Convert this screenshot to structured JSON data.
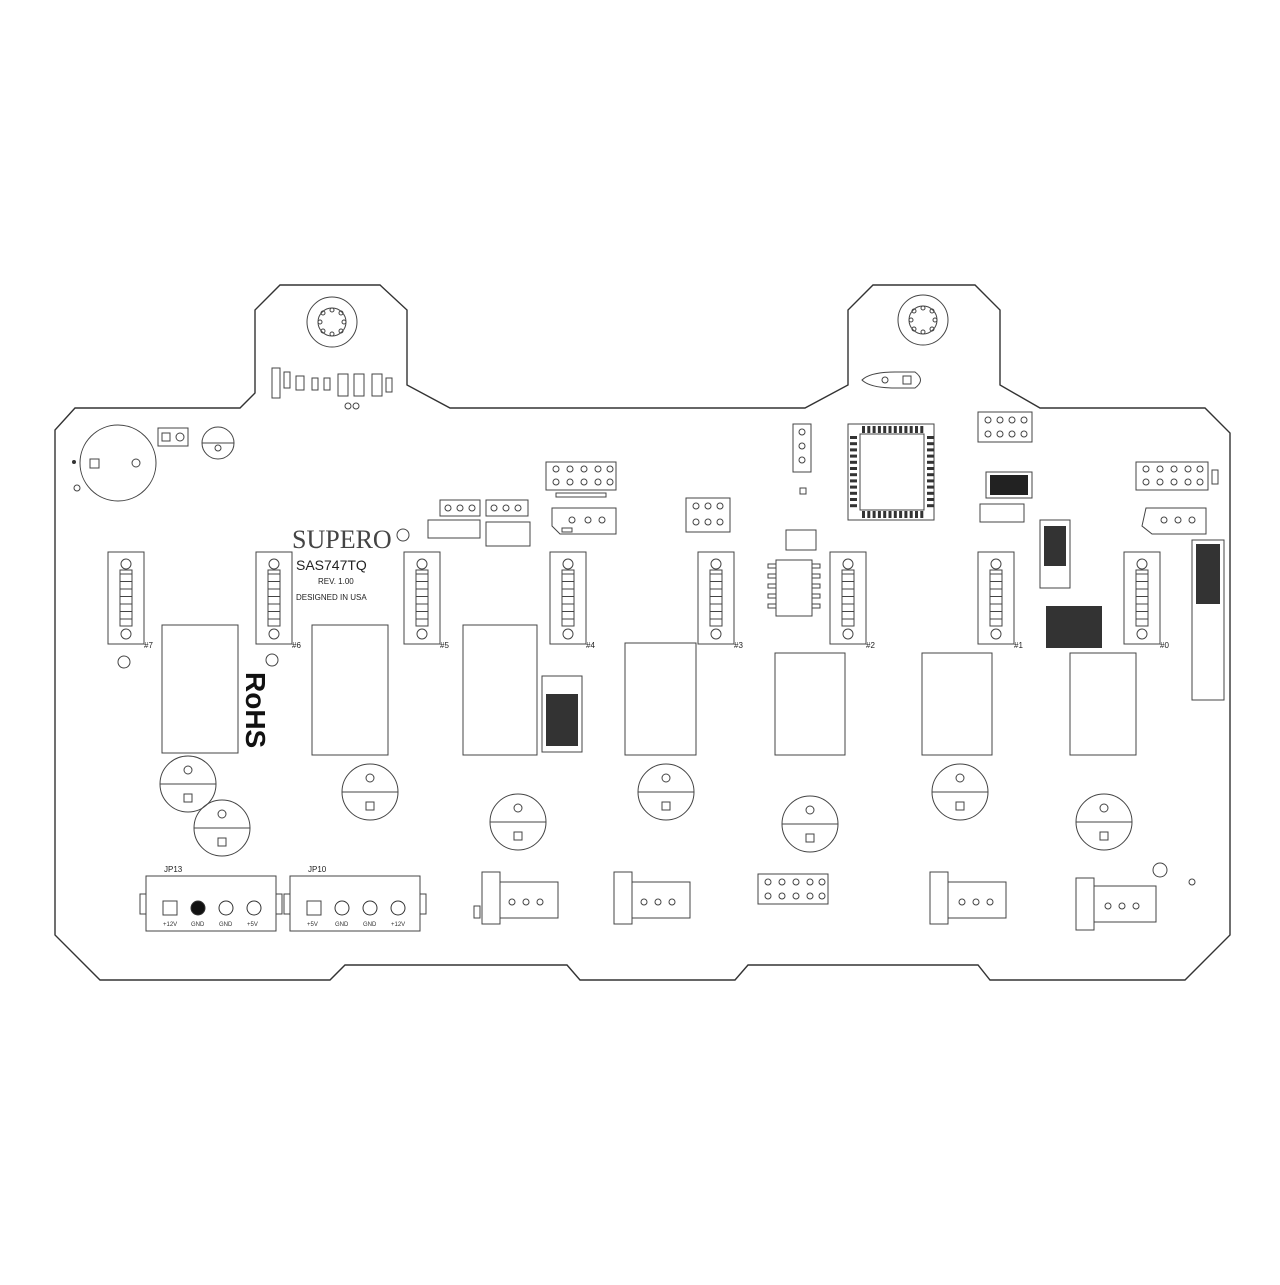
{
  "board": {
    "logo": "SUPERO",
    "model": "SAS747TQ",
    "revision": "REV. 1.00",
    "origin": "DESIGNED IN USA",
    "compliance": "RoHS"
  },
  "bays": [
    {
      "label": "#7"
    },
    {
      "label": "#6"
    },
    {
      "label": "#5"
    },
    {
      "label": "#4"
    },
    {
      "label": "#3"
    },
    {
      "label": "#2"
    },
    {
      "label": "#1"
    },
    {
      "label": "#0"
    }
  ],
  "power_connectors": [
    {
      "label": "JP13",
      "pins": [
        "+12V",
        "GND",
        "GND",
        "+5V"
      ]
    },
    {
      "label": "JP10",
      "pins": [
        "+5V",
        "GND",
        "GND",
        "+12V"
      ]
    }
  ],
  "colors": {
    "line": "#333333",
    "background": "#ffffff",
    "fill": "#111111"
  }
}
